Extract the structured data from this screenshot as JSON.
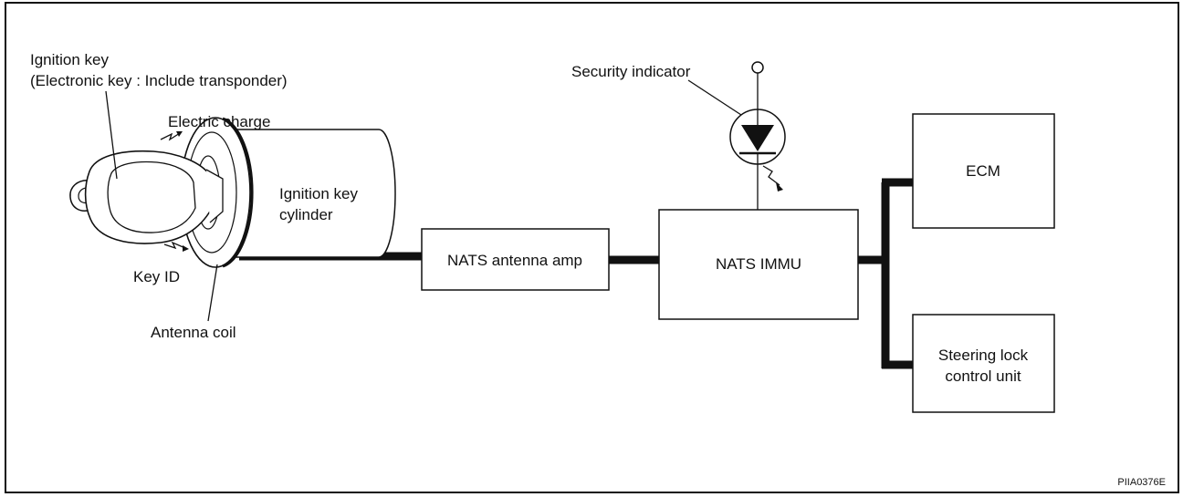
{
  "labels": {
    "ignition_key_line1": "Ignition key",
    "ignition_key_line2": "(Electronic key : Include transponder)",
    "electric_charge": "Electric charge",
    "key_id": "Key ID",
    "antenna_coil": "Antenna coil",
    "cylinder_line1": "Ignition key",
    "cylinder_line2": "cylinder",
    "security_indicator": "Security indicator",
    "figure_code": "PIIA0376E"
  },
  "blocks": {
    "antenna_amp": "NATS antenna amp",
    "immu": "NATS IMMU",
    "ecm": "ECM",
    "steering_line1": "Steering lock",
    "steering_line2": "control unit"
  }
}
